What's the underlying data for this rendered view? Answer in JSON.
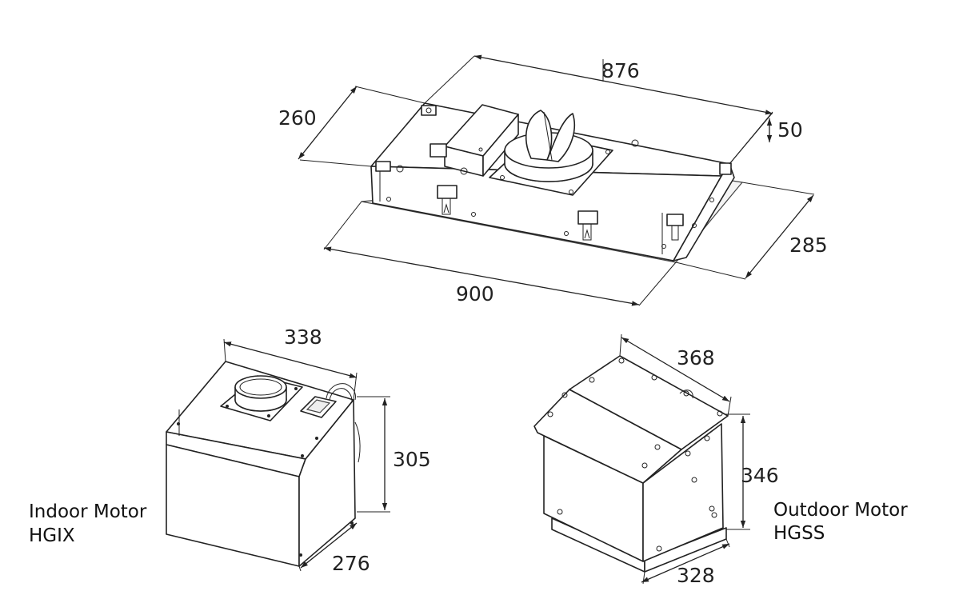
{
  "hood": {
    "dims": {
      "length_top": "876",
      "width_left": "260",
      "height_right": "50",
      "width_right": "285",
      "length_bottom": "900"
    }
  },
  "indoor_motor": {
    "caption_line1": "Indoor Motor",
    "caption_line2": "HGIX",
    "dims": {
      "width": "338",
      "height": "305",
      "depth": "276"
    }
  },
  "outdoor_motor": {
    "caption_line1": "Outdoor Motor",
    "caption_line2": "HGSS",
    "dims": {
      "width": "368",
      "height": "346",
      "depth": "328"
    }
  }
}
